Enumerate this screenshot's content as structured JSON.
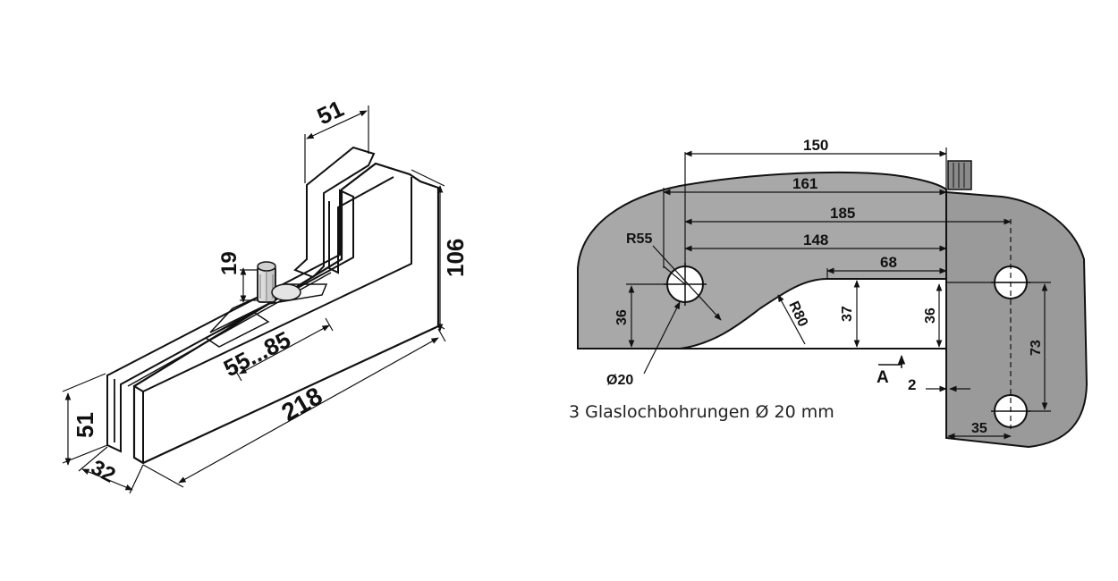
{
  "isometric_view": {
    "dims": {
      "width_top": "51",
      "height_right": "106",
      "screw_height": "19",
      "glass_range": "55...85",
      "length": "218",
      "height_left": "51",
      "depth": "32"
    }
  },
  "plan_view": {
    "dims": {
      "d150": "150",
      "d161": "161",
      "d185": "185",
      "d148": "148",
      "d68": "68",
      "r55": "R55",
      "r80": "R80",
      "d36_left": "36",
      "d37": "37",
      "d36_right": "36",
      "hole": "Ø20",
      "section": "A",
      "gap": "2",
      "d73": "73",
      "d35": "35"
    },
    "caption": "3 Glaslochbohrungen Ø 20 mm"
  },
  "colors": {
    "glass_fill": "#a9a9a9",
    "plate_fill": "#9a9a9a",
    "line": "#111111",
    "background": "#ffffff"
  }
}
